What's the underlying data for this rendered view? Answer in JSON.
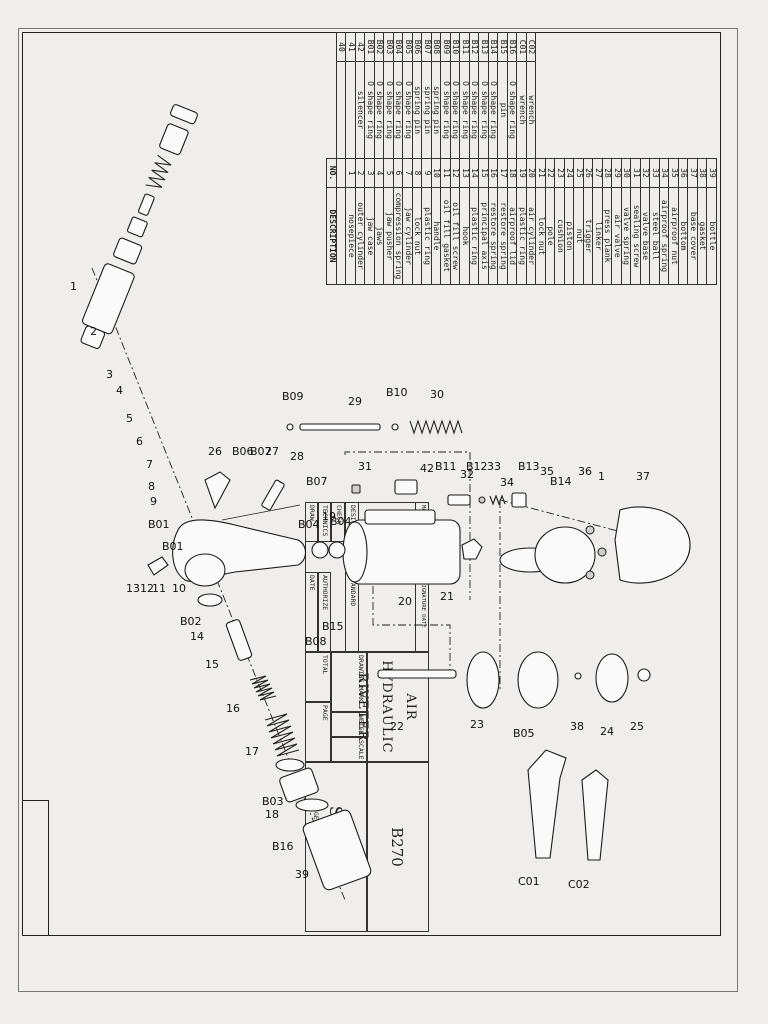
{
  "parts_table": {
    "header": {
      "no": "NO.",
      "desc": "DESCRIPTION"
    },
    "rows": [
      {
        "no": "39",
        "desc": "bottle"
      },
      {
        "no": "38",
        "desc": "gasket"
      },
      {
        "no": "37",
        "desc": "base cover"
      },
      {
        "no": "36",
        "desc": "bottom"
      },
      {
        "no": "35",
        "desc": "airproof nut"
      },
      {
        "no": "34",
        "desc": "airproof spring"
      },
      {
        "no": "33",
        "desc": "steel ball"
      },
      {
        "no": "32",
        "desc": "valve base"
      },
      {
        "no": "31",
        "desc": "sealing screw"
      },
      {
        "no": "30",
        "desc": "valve spring"
      },
      {
        "no": "29",
        "desc": "air valve"
      },
      {
        "no": "28",
        "desc": "press plank"
      },
      {
        "no": "27",
        "desc": "linker"
      },
      {
        "no": "26",
        "desc": "trigger"
      },
      {
        "no": "25",
        "desc": "nut"
      },
      {
        "no": "24",
        "desc": "piston"
      },
      {
        "no": "23",
        "desc": "cushion"
      },
      {
        "no": "22",
        "desc": "pole"
      },
      {
        "no": "21",
        "desc": "lock nut"
      },
      {
        "no": "20",
        "desc": "air cylinder",
        "no2": "C02",
        "desc2": "wrench"
      },
      {
        "no": "19",
        "desc": "plastic ring",
        "no2": "C01",
        "desc2": "wrench"
      },
      {
        "no": "18",
        "desc": "airproof lid",
        "no2": "B16",
        "desc2": "O shape ring"
      },
      {
        "no": "17",
        "desc": "restore spring",
        "no2": "B15",
        "desc2": "pin"
      },
      {
        "no": "16",
        "desc": "restore spring",
        "no2": "B14",
        "desc2": "O shape ring"
      },
      {
        "no": "15",
        "desc": "principal axis",
        "no2": "B13",
        "desc2": "O shape ring"
      },
      {
        "no": "14",
        "desc": "plastic ring",
        "no2": "B12",
        "desc2": "O shape ring"
      },
      {
        "no": "13",
        "desc": "hook",
        "no2": "B11",
        "desc2": "O shape ring"
      },
      {
        "no": "12",
        "desc": "oil fill screw",
        "no2": "B10",
        "desc2": "O shape ring"
      },
      {
        "no": "11",
        "desc": "oil fill gasket",
        "no2": "B09",
        "desc2": "O shape ring"
      },
      {
        "no": "10",
        "desc": "handle",
        "no2": "B08",
        "desc2": "spring pin"
      },
      {
        "no": "9",
        "desc": "plastic ring",
        "no2": "B07",
        "desc2": "spring pin"
      },
      {
        "no": "8",
        "desc": "lock nut",
        "no2": "B06",
        "desc2": "spring pin"
      },
      {
        "no": "7",
        "desc": "jaw cylinder",
        "no2": "B05",
        "desc2": "O shape ring"
      },
      {
        "no": "6",
        "desc": "compression spring",
        "no2": "B04",
        "desc2": "O shape ring"
      },
      {
        "no": "5",
        "desc": "jaw pusher",
        "no2": "B03",
        "desc2": "O shape ring"
      },
      {
        "no": "4",
        "desc": "jaws",
        "no2": "B02",
        "desc2": "O shape ring"
      },
      {
        "no": "3",
        "desc": "jaw case",
        "no2": "B01",
        "desc2": "O shape ring"
      },
      {
        "no": "2",
        "desc": "outer cylinder",
        "no2": "42",
        "desc2": "silencer"
      },
      {
        "no": "1",
        "desc": "nosepiece",
        "no2": "41",
        "desc2": ""
      },
      {
        "no": "",
        "desc": "",
        "no2": "40",
        "desc2": ""
      }
    ]
  },
  "title_block": {
    "product_name": "AIR HYDRAULIC RIVETER",
    "model": "B270",
    "brand": "SUKIRA",
    "labels": {
      "mark_row": "MARK NUM  ALTER FILE NO  SIGNATURE  DATE",
      "design": "DESIGN",
      "check": "CHECK",
      "technics": "TECHNICS",
      "draw": "DRAW",
      "standard": "STANDARD",
      "authorize": "AUTHORIZE",
      "date": "DATE",
      "drawing_mark": "DRAWING MARK",
      "weight": "WEIGHT",
      "scale": "SCALE",
      "total": "TOTAL",
      "page": "PAGE",
      "page2": "PAGE"
    }
  },
  "callouts": {
    "c1": "1",
    "c2": "2",
    "c3": "3",
    "c4": "4",
    "c5": "5",
    "c6": "6",
    "c7": "7",
    "c8": "8",
    "c9": "9",
    "c10": "10",
    "c11": "11",
    "c12": "12",
    "c13": "13",
    "c14": "14",
    "c15": "15",
    "c16": "16",
    "c17": "17",
    "c18": "18",
    "c19": "19",
    "c20": "20",
    "c21": "21",
    "c22": "22",
    "c23": "23",
    "c24": "24",
    "c25": "25",
    "c26": "26",
    "c27": "27",
    "c28": "28",
    "c29": "29",
    "c30": "30",
    "c31": "31",
    "c32": "32",
    "c33": "33",
    "c34": "34",
    "c35": "35",
    "c36": "36",
    "c37": "37",
    "c38": "38",
    "c39": "39",
    "c42": "42",
    "c1b": "1",
    "b01": "B01",
    "b01b": "B01",
    "b02": "B02",
    "b03": "B03",
    "b04": "B04",
    "b04b": "B04",
    "b05": "B05",
    "b06": "B06",
    "b07": "B07",
    "b07b": "B07",
    "b08": "B08",
    "b09": "B09",
    "b10": "B10",
    "b11": "B11",
    "b12": "B12",
    "b13": "B13",
    "b14": "B14",
    "b15": "B15",
    "b16": "B16",
    "c01": "C01",
    "c02": "C02"
  }
}
